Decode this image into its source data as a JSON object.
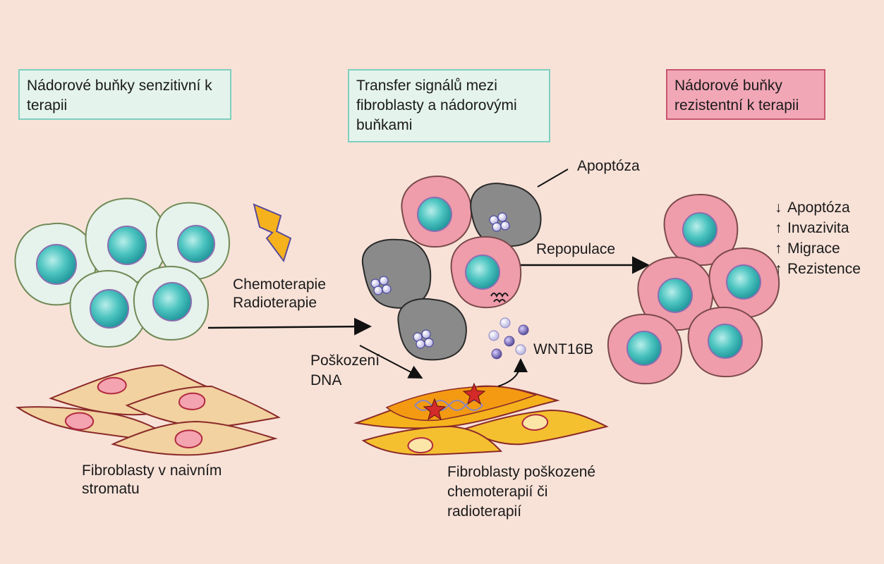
{
  "boxes": {
    "sensitive": "Nádorové buňky senzitivní k terapii",
    "transfer": "Transfer signálů mezi fibroblasty a nádorovými buňkami",
    "resistant": "Nádorové buňky rezistentní k terapii"
  },
  "labels": {
    "apoptosis": "Apoptóza",
    "chemo": "Chemoterapie",
    "radio": "Radioterapie",
    "repopulation": "Repopulace",
    "dna_damage_1": "Poškození",
    "dna_damage_2": "DNA",
    "wnt": "WNT16B",
    "naive_fib_1": "Fibroblasty v naivním",
    "naive_fib_2": "stromatu",
    "damaged_fib_1": "Fibroblasty poškozené",
    "damaged_fib_2": "chemoterapií či",
    "damaged_fib_3": "radioterapií"
  },
  "effects": [
    {
      "arrow": "↓",
      "text": "Apoptóza"
    },
    {
      "arrow": "↑",
      "text": "Invazivita"
    },
    {
      "arrow": "↑",
      "text": "Migrace"
    },
    {
      "arrow": "↑",
      "text": "Rezistence"
    }
  ],
  "colors": {
    "background": "#f8e2d8",
    "sensitive_cell": "#e6f2ec",
    "resistant_cell": "#ef9cab",
    "nucleus": "#3dbdbd",
    "apoptotic_cell": "#8a8a8a",
    "fibroblast_naive": "#f2d2a0",
    "fibroblast_damaged": "#f5b21c",
    "lightning": "#f5b21c"
  }
}
